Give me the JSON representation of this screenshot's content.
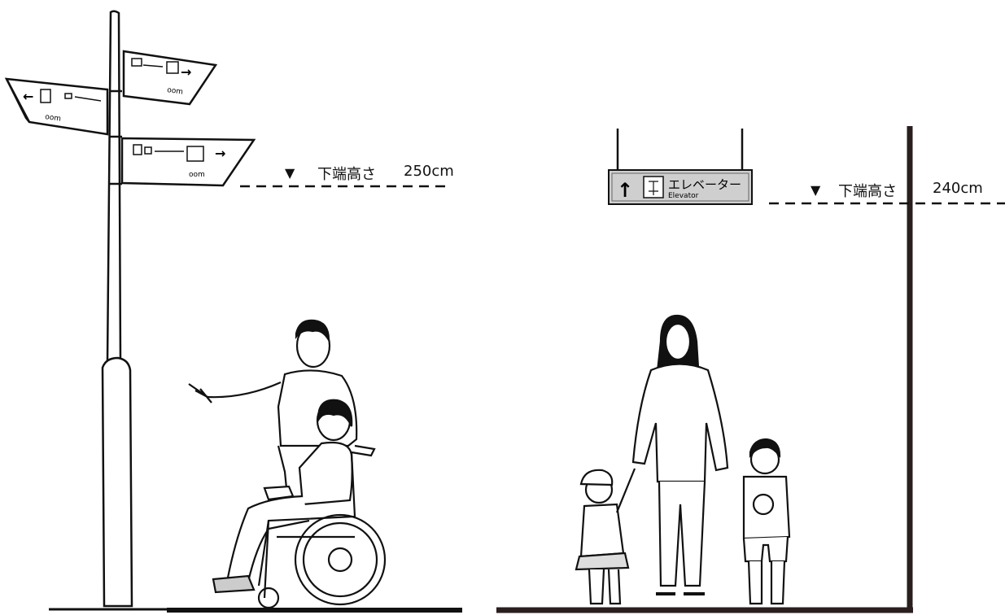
{
  "left_scene": {
    "marker": "▼",
    "label": "下端高さ",
    "value": "250cm",
    "sign_text": {
      "top_arrow": "→",
      "left_arrow": "←",
      "bottom_arrow": "→",
      "top_dist": "oom",
      "left_dist": "oom",
      "bottom_dist": "oom"
    }
  },
  "right_scene": {
    "marker": "▼",
    "label": "下端高さ",
    "value": "240cm",
    "sign": {
      "arrow": "↑",
      "title_ja": "エレベーター",
      "title_en": "Elevator"
    }
  },
  "colors": {
    "ink": "#111111",
    "sign_fill": "#cfcfcf",
    "floor": "#2a1e1e"
  }
}
